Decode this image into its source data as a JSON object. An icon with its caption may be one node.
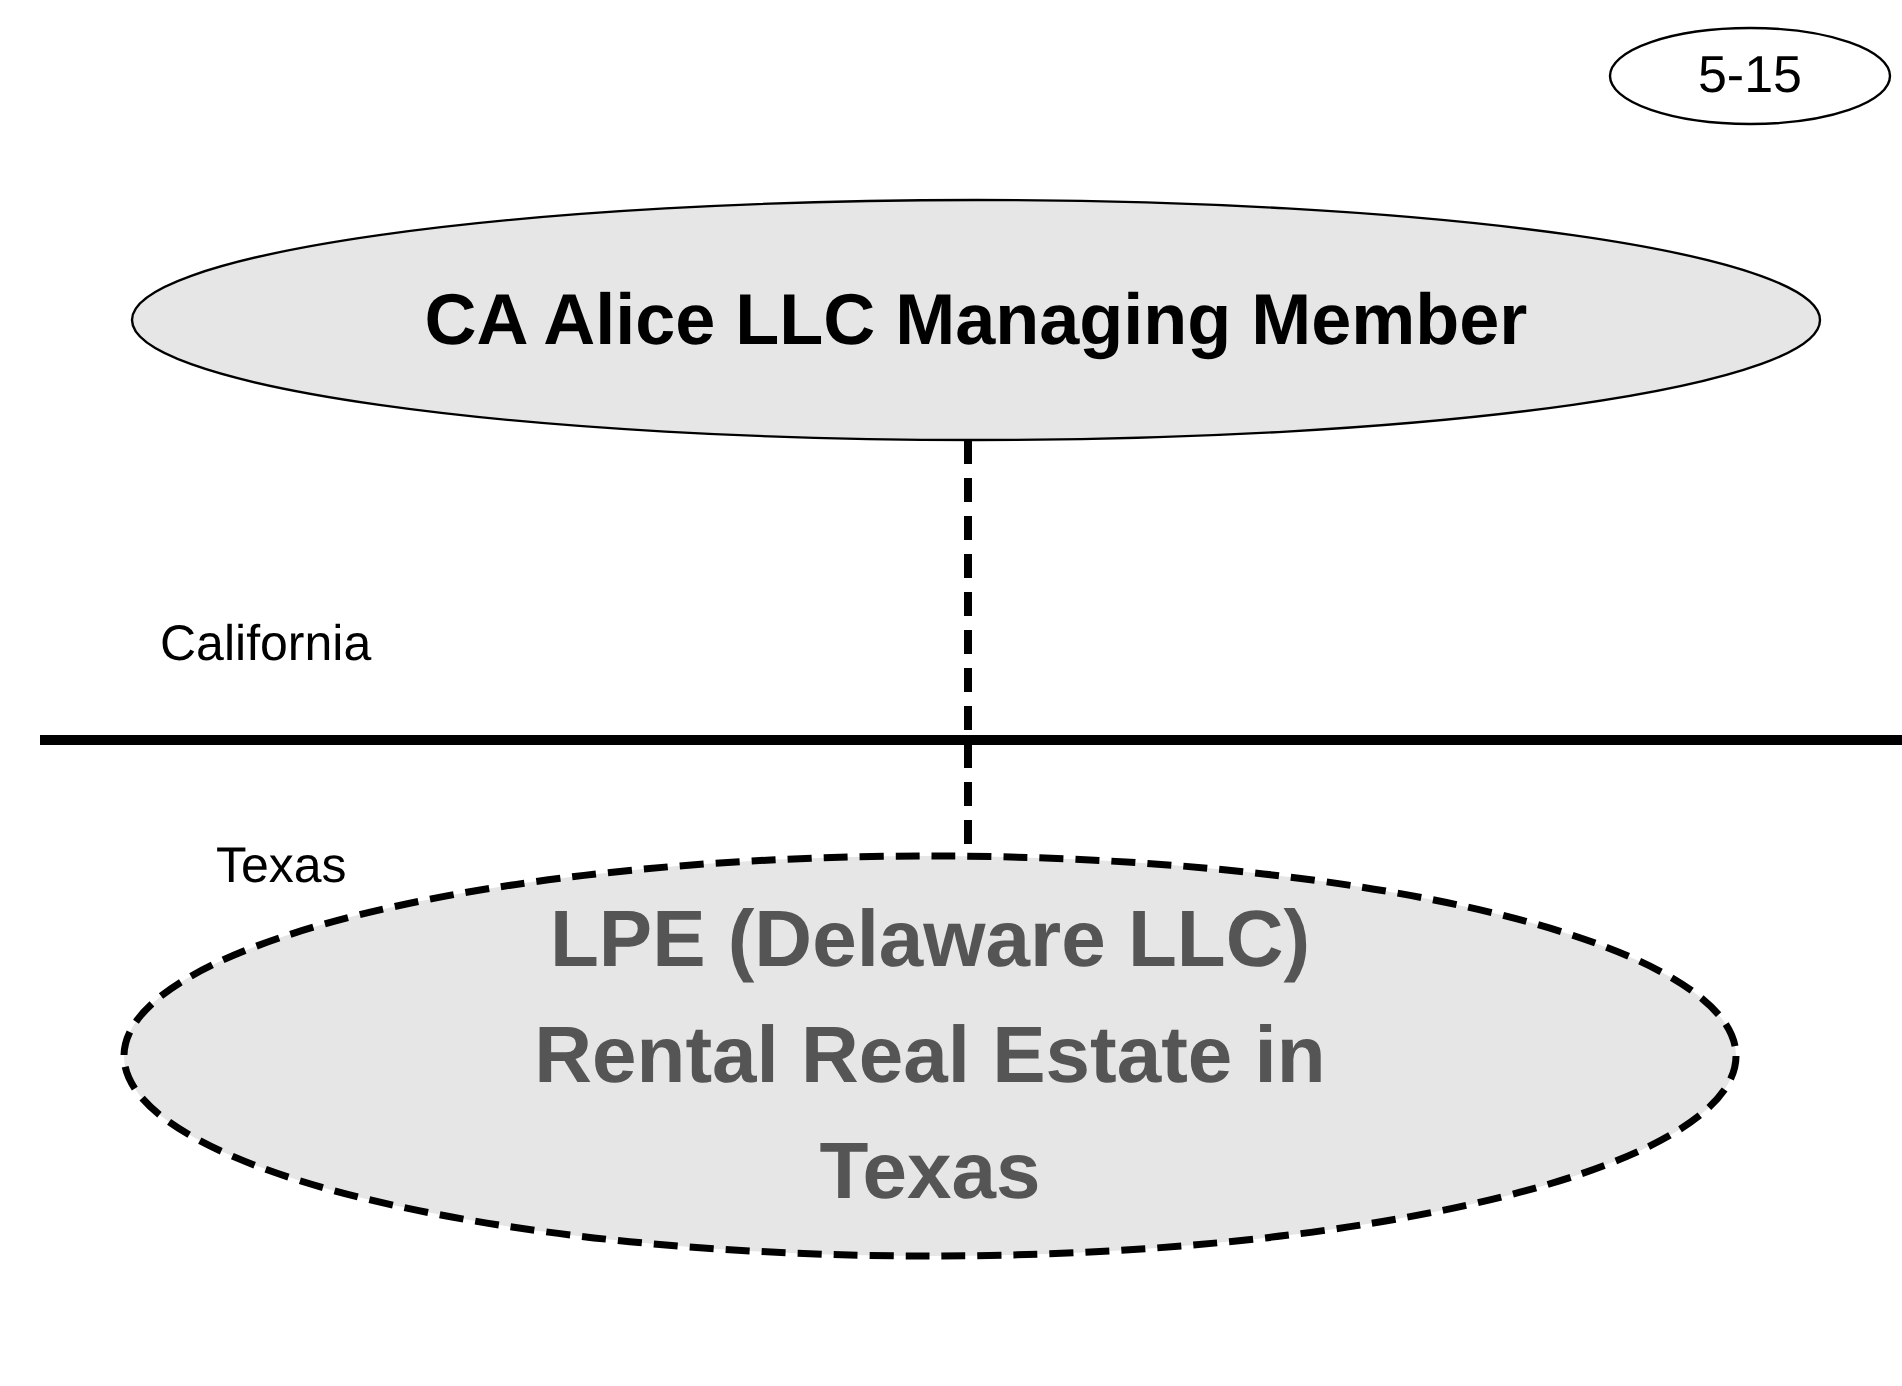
{
  "diagram": {
    "nodes": [
      {
        "text": [
          "CA Alice LLC Managing Member"
        ]
      },
      {
        "text": [
          "LPE (Delaware LLC) Rental Real Estate in Texas"
        ]
      },
      {
        "text": [
          "5-15"
        ]
      }
    ],
    "edges": [
      {
        "from": 0,
        "to": 1,
        "arrow": "none",
        "style": "dashed"
      }
    ],
    "labels": [
      "California",
      "Texas"
    ]
  }
}
